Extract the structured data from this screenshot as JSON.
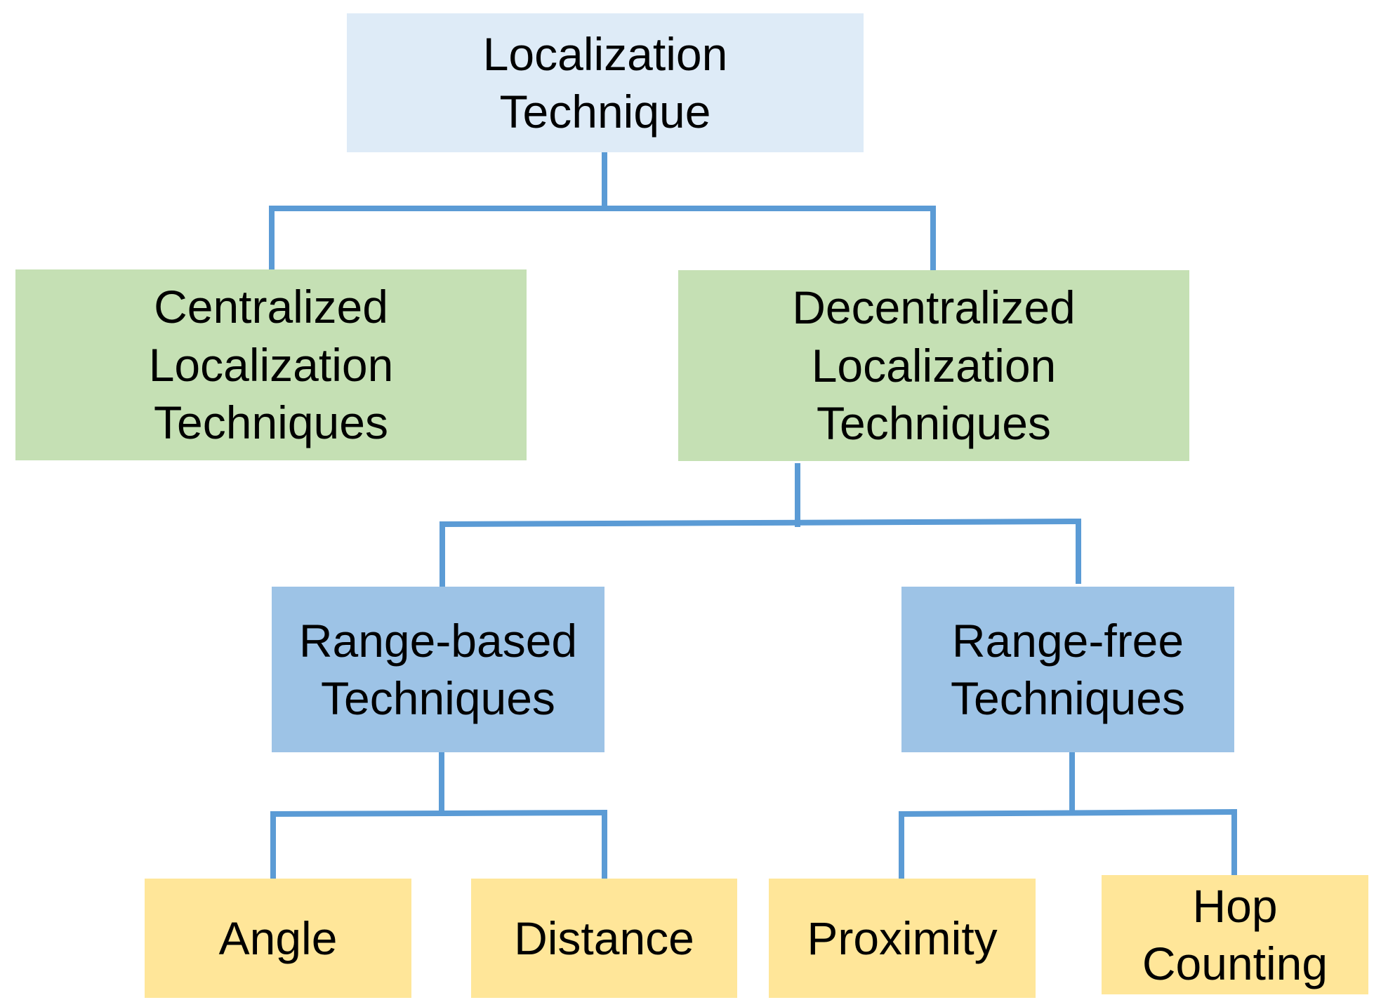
{
  "colors": {
    "connector": "#5b9bd5",
    "root_fill": "#deebf7",
    "level1_fill": "#c5e0b4",
    "level2_fill": "#9dc3e6",
    "level3_fill": "#ffe699"
  },
  "nodes": {
    "root": {
      "label": "Localization\nTechnique"
    },
    "centralized": {
      "label": "Centralized\nLocalization\nTechniques"
    },
    "decentralized": {
      "label": "Decentralized\nLocalization\nTechniques"
    },
    "range_based": {
      "label": "Range-based\nTechniques"
    },
    "range_free": {
      "label": "Range-free\nTechniques"
    },
    "angle": {
      "label": "Angle"
    },
    "distance": {
      "label": "Distance"
    },
    "proximity": {
      "label": "Proximity"
    },
    "hop_counting": {
      "label": "Hop\nCounting"
    }
  },
  "edges": [
    {
      "from": "root",
      "to": "centralized"
    },
    {
      "from": "root",
      "to": "decentralized"
    },
    {
      "from": "decentralized",
      "to": "range_based"
    },
    {
      "from": "decentralized",
      "to": "range_free"
    },
    {
      "from": "range_based",
      "to": "angle"
    },
    {
      "from": "range_based",
      "to": "distance"
    },
    {
      "from": "range_free",
      "to": "proximity"
    },
    {
      "from": "range_free",
      "to": "hop_counting"
    }
  ]
}
